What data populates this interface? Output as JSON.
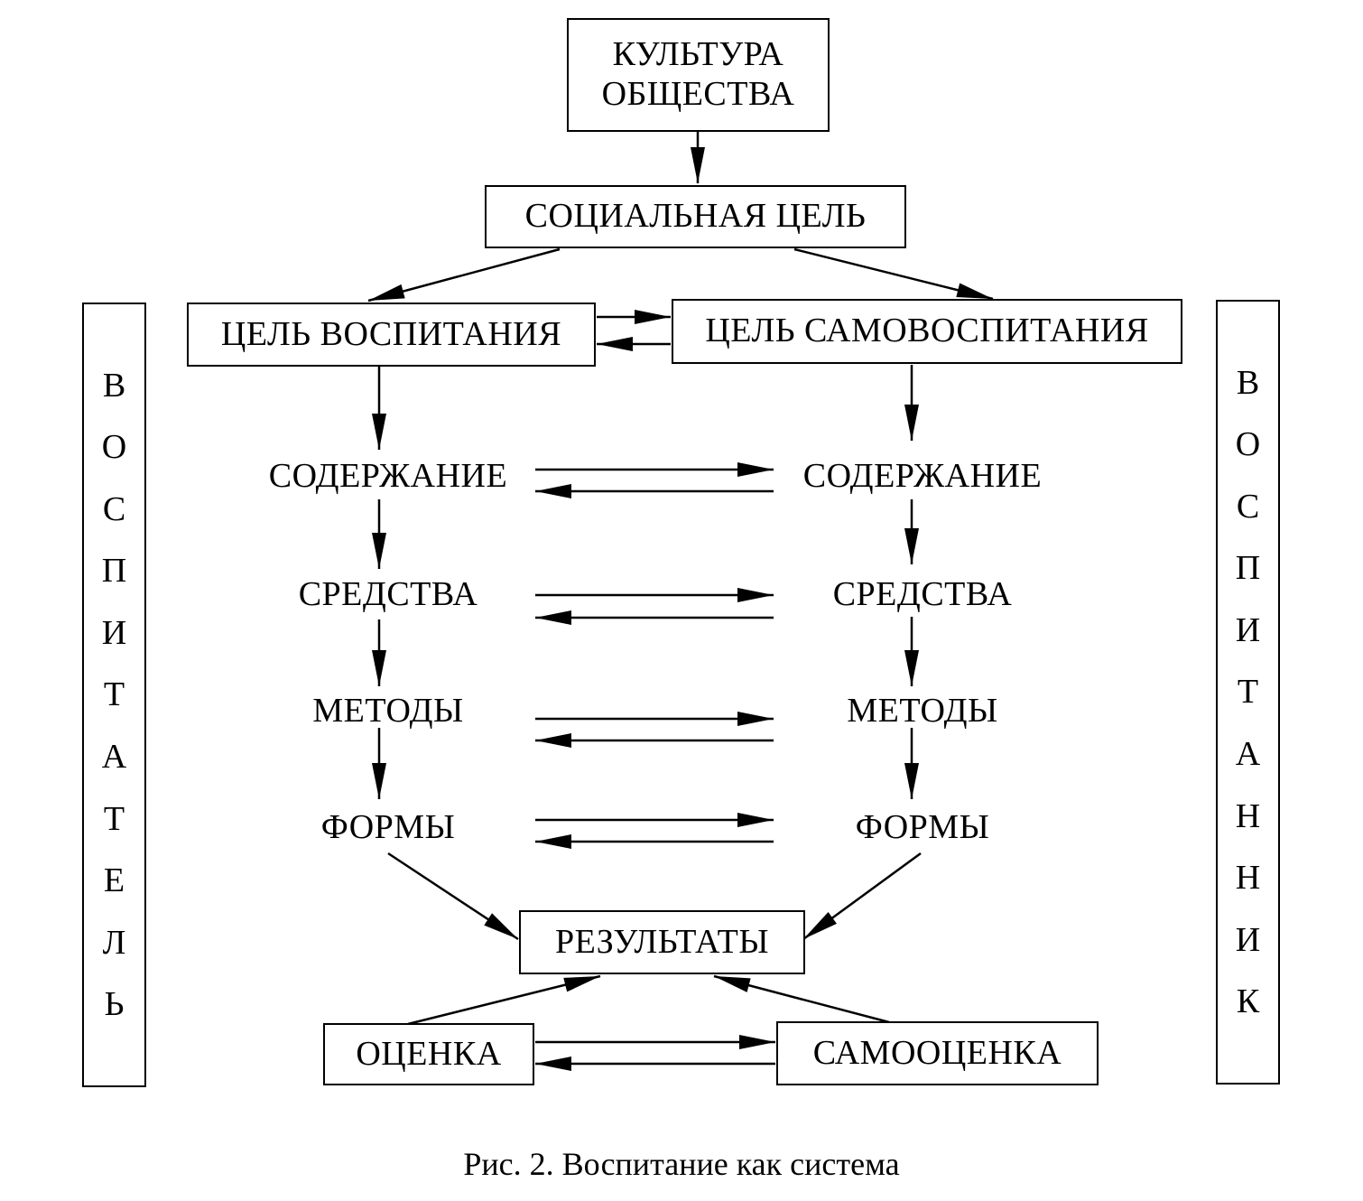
{
  "nodes": {
    "culture": "КУЛЬТУРА ОБЩЕСТВА",
    "social_goal": "СОЦИАЛЬНАЯ ЦЕЛЬ",
    "upbringing_goal": "ЦЕЛЬ ВОСПИТАНИЯ",
    "self_upbringing_goal": "ЦЕЛЬ САМОВОСПИТАНИЯ",
    "left_column": [
      "СОДЕРЖАНИЕ",
      "СРЕДСТВА",
      "МЕТОДЫ",
      "ФОРМЫ"
    ],
    "right_column": [
      "СОДЕРЖАНИЕ",
      "СРЕДСТВА",
      "МЕТОДЫ",
      "ФОРМЫ"
    ],
    "results": "РЕЗУЛЬТАТЫ",
    "assessment": "ОЦЕНКА",
    "self_assessment": "САМООЦЕНКА"
  },
  "sides": {
    "left": [
      "В",
      "О",
      "С",
      "П",
      "И",
      "Т",
      "А",
      "Т",
      "Е",
      "Л",
      "Ь"
    ],
    "right": [
      "В",
      "О",
      "С",
      "П",
      "И",
      "Т",
      "А",
      "Н",
      "Н",
      "И",
      "К"
    ]
  },
  "caption": "Рис. 2. Воспитание как система"
}
